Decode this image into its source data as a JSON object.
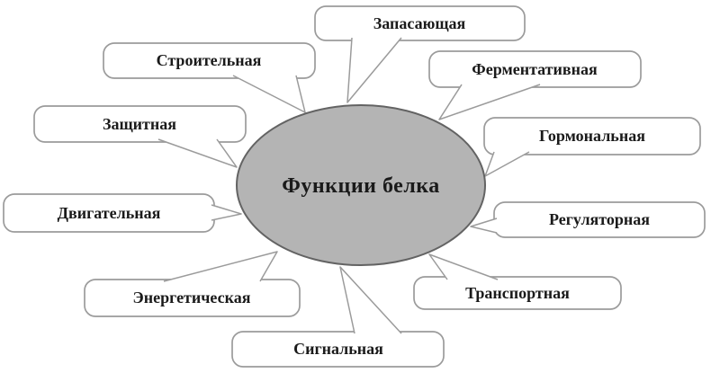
{
  "diagram": {
    "title": "Функции белка",
    "center_label": "Функции белка",
    "nodes": [
      {
        "label": "Запасающая"
      },
      {
        "label": "Строительная"
      },
      {
        "label": "Ферментативная"
      },
      {
        "label": "Защитная"
      },
      {
        "label": "Гормональная"
      },
      {
        "label": "Двигательная"
      },
      {
        "label": "Регуляторная"
      },
      {
        "label": "Энергетическая"
      },
      {
        "label": "Транспортная"
      },
      {
        "label": "Сигнальная"
      }
    ],
    "colors": {
      "background": "#ffffff",
      "ellipse_fill": "#b4b4b4",
      "ellipse_border": "#636363",
      "box_fill": "#ffffff",
      "box_border": "#9b9b9b",
      "text": "#1a1a1a"
    }
  }
}
